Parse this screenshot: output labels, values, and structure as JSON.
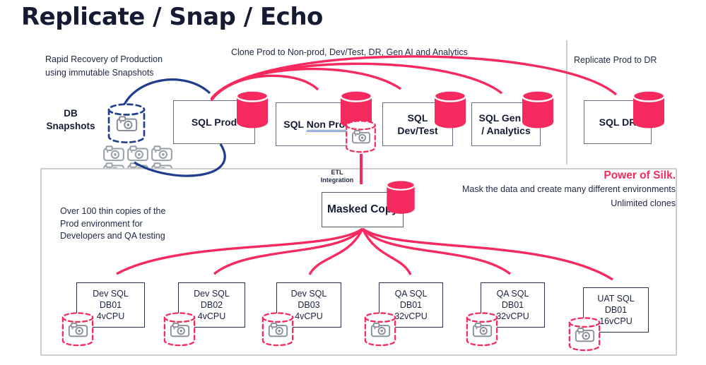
{
  "colors": {
    "pink": "#F72A5F",
    "navy_text": "#141B33",
    "navy_arrow": "#1F3D8C",
    "panel_border": "#CDCDCD",
    "camera_gray": "#8E959F"
  },
  "header": {
    "title": "Replicate / Snap / Echo"
  },
  "annotations": {
    "rapid_recovery": "Rapid Recovery of Production\nusing immutable Snapshots",
    "clone": "Clone Prod to Non-prod, Dev/Test, DR, Gen AI and Analytics",
    "replicate_dr": "Replicate Prod to DR",
    "etl": "ETL\nIntegration",
    "thin_copies": "Over 100 thin copies of the\nProd environment for\nDevelopers and QA testing",
    "power_of_silk": "Power of Silk.",
    "mask": "Mask the data and create many different environments",
    "unlimited": "Unlimited clones"
  },
  "db_snapshots": {
    "label": "DB\nSnapshots"
  },
  "top_boxes": [
    {
      "label": "SQL Prod"
    },
    {
      "prefix": "SQL ",
      "underlined": "Non Prod"
    },
    {
      "label": "SQL\nDev/Test"
    },
    {
      "label": "SQL Gen AI\n/ Analytics"
    },
    {
      "label": "SQL DR"
    }
  ],
  "masked_copy": {
    "label": "Masked Copy"
  },
  "bottom_boxes": [
    {
      "label": "Dev SQL\nDB01\n4vCPU"
    },
    {
      "label": "Dev SQL\nDB02\n4vCPU"
    },
    {
      "label": "Dev SQL\nDB03\n4vCPU"
    },
    {
      "label": "QA SQL\nDB01\n32vCPU"
    },
    {
      "label": "QA SQL\nDB01\n32vCPU"
    },
    {
      "label": "UAT SQL\nDB01\n16vCPU"
    }
  ]
}
